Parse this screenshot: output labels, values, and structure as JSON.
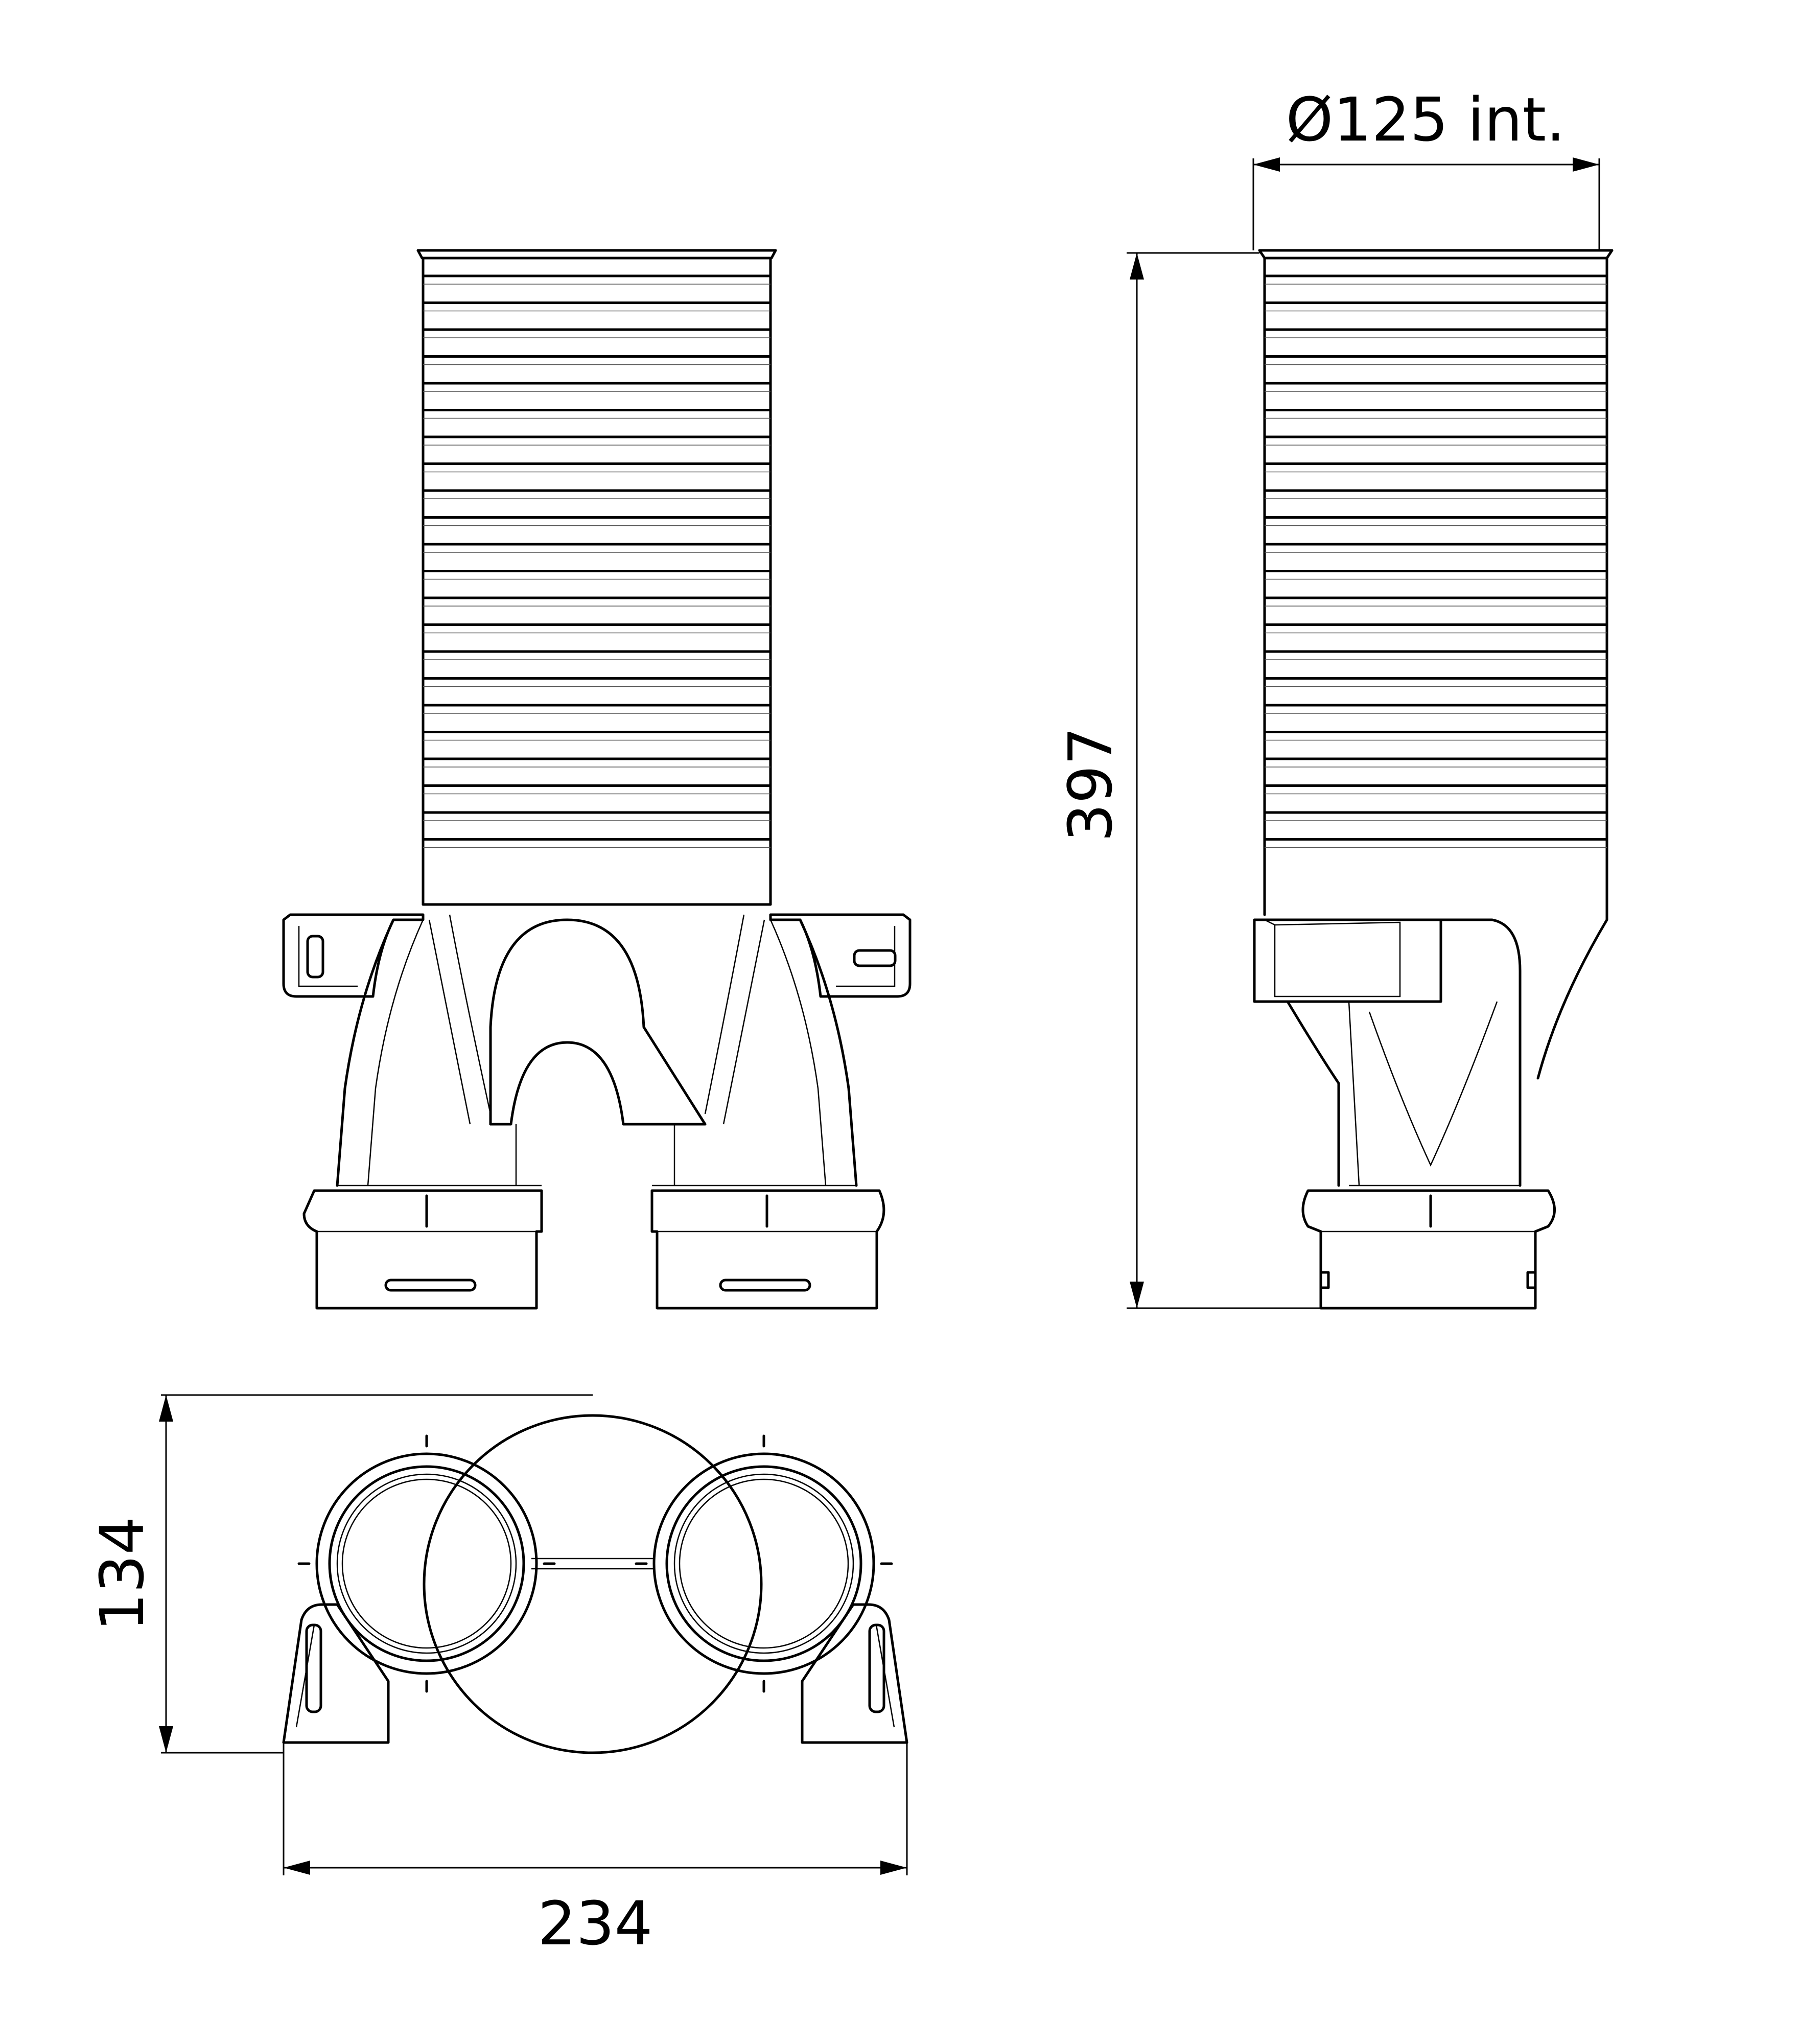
{
  "dimensions": {
    "diameter": "Ø125 int.",
    "height": "397",
    "depth": "134",
    "width": "234"
  },
  "views": [
    "front-view",
    "side-view",
    "top-view"
  ]
}
